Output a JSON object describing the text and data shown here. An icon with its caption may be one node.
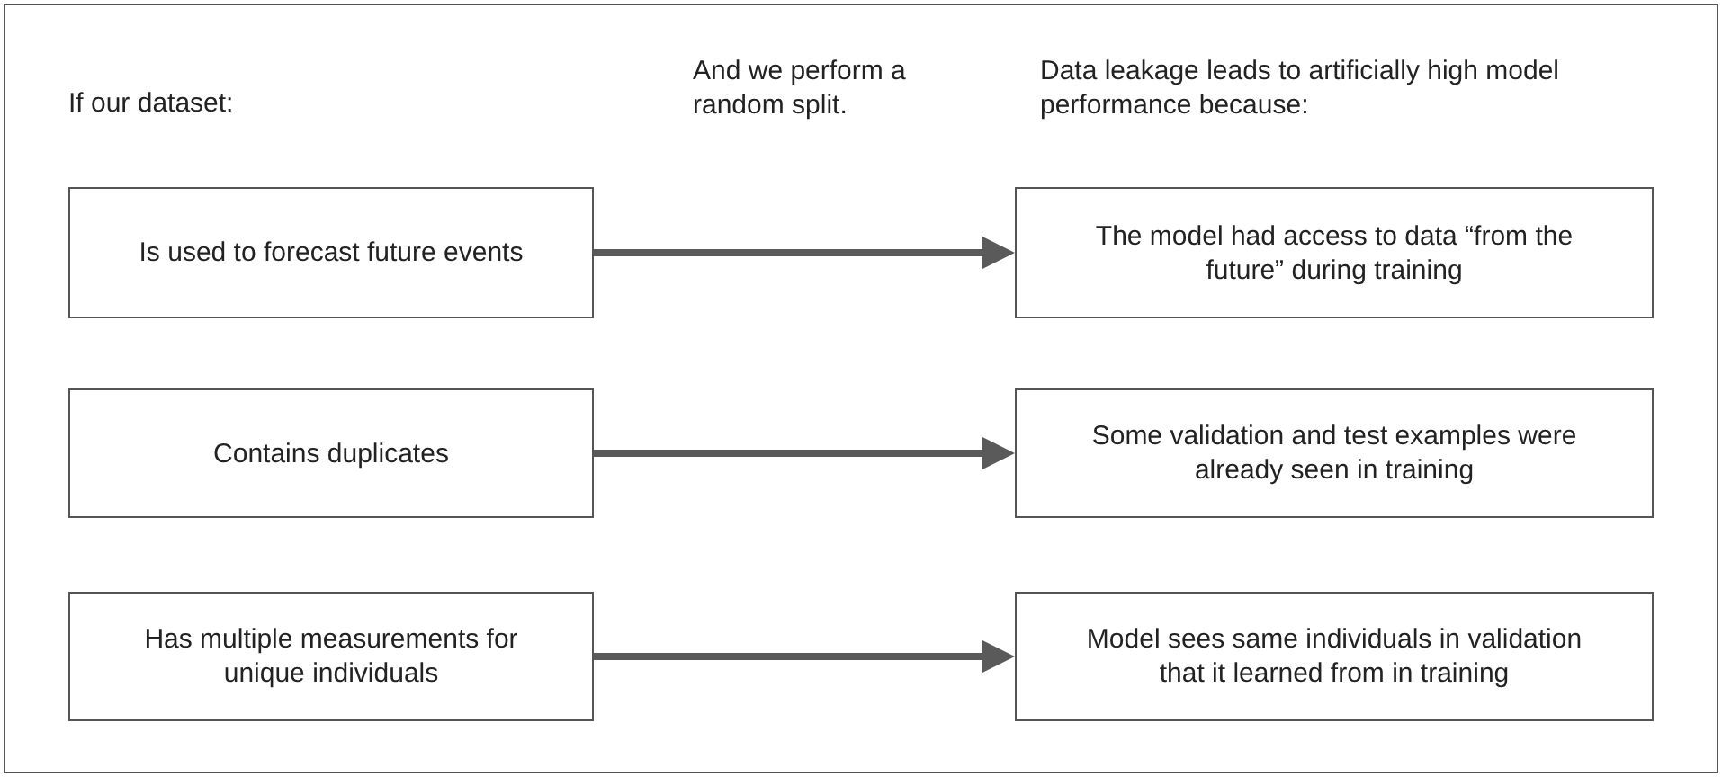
{
  "diagram": {
    "nodes": [
      {
        "text": [
          "Is used to forecast future events"
        ]
      },
      {
        "text": [
          "The model had access to data “from the future” during training"
        ]
      },
      {
        "text": [
          "Contains duplicates"
        ]
      },
      {
        "text": [
          "Some validation and test examples were already seen in training"
        ]
      },
      {
        "text": [
          "Has multiple measurements for unique individuals"
        ]
      },
      {
        "text": [
          "Model sees same individuals in validation that it learned from in training"
        ]
      }
    ],
    "edges": [
      {
        "from": 0,
        "to": 1,
        "arrow": "to"
      },
      {
        "from": 2,
        "to": 3,
        "arrow": "to"
      },
      {
        "from": 4,
        "to": 5,
        "arrow": "to"
      }
    ],
    "labels": [
      "If our dataset:",
      "And we perform a random split.",
      "Data leakage leads to artificially high model performance because:"
    ]
  }
}
